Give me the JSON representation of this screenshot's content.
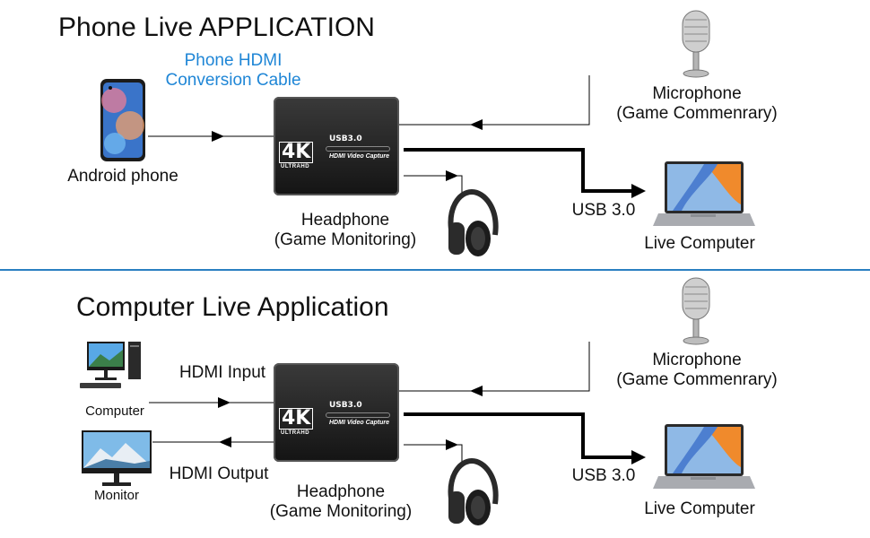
{
  "sections": [
    {
      "title": "Phone Live APPLICATION",
      "cable_label": [
        "Phone HDMI",
        "Conversion Cable"
      ],
      "source_label": "Android phone",
      "headphone_label": [
        "Headphone",
        "(Game Monitoring)"
      ],
      "usb_label": "USB 3.0",
      "mic_label": [
        "Microphone",
        "(Game Commenrary)"
      ],
      "computer_label": "Live Computer"
    },
    {
      "title": "Computer Live Application",
      "hdmi_input_label": "HDMI Input",
      "hdmi_output_label": "HDMI Output",
      "computer_source_label": "Computer",
      "monitor_label": "Monitor",
      "headphone_label": [
        "Headphone",
        "(Game Monitoring)"
      ],
      "usb_label": "USB 3.0",
      "mic_label": [
        "Microphone",
        "(Game Commenrary)"
      ],
      "computer_label": "Live Computer"
    }
  ],
  "device": {
    "brand": "4K",
    "sub_brand": "ULTRAHD",
    "usb_marking": "USB3.0",
    "model_marking": "HDMI Video Capture"
  },
  "colors": {
    "accent_blue": "#1f86d6",
    "divider": "#2a7fc1",
    "device_body": "#1a1a1a",
    "cable": "#000000"
  }
}
